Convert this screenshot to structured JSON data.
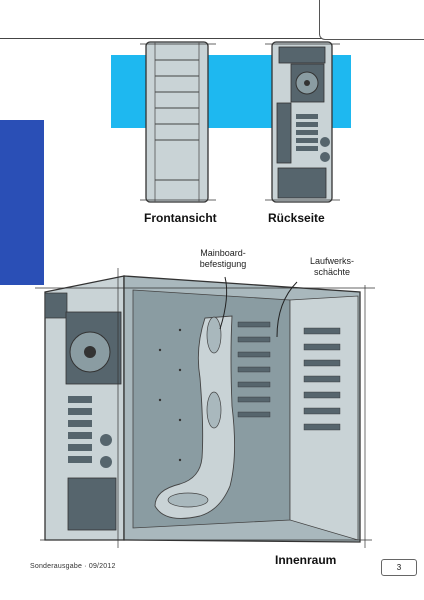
{
  "captions": {
    "front": "Frontansicht",
    "back": "Rückseite",
    "interior": "Innenraum"
  },
  "annotations": {
    "mainboard": "Mainboard-\nbefestigung",
    "drives": "Laufwerks-\nschächte"
  },
  "footer": {
    "issue": "Sonderausgabe · 09/2012",
    "page_number": "3"
  },
  "colors": {
    "accent_cyan": "#1eb8f0",
    "accent_blue": "#2a4fb6",
    "case_gray": "#c9d3d6",
    "panel_dark": "#56656d",
    "interior_gray": "#8a9ca2"
  }
}
